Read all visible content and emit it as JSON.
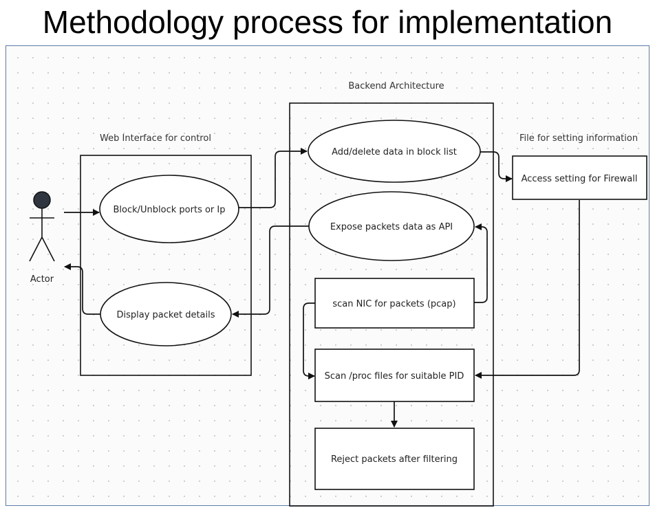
{
  "title": "Methodology process for implementation",
  "actor": {
    "label": "Actor"
  },
  "groups": {
    "web": "Web Interface for control",
    "backend": "Backend Architecture",
    "file": "File for setting information"
  },
  "nodes": {
    "block_unblock": "Block/Unblock ports or Ip",
    "display_packets": "Display packet details",
    "add_delete": "Add/delete data in block list",
    "expose_api": "Expose packets data as API",
    "scan_nic": "scan NIC for packets (pcap)",
    "scan_proc": "Scan /proc files for suitable PID",
    "reject": "Reject packets after filtering",
    "access_firewall": "Access setting for Firewall"
  }
}
